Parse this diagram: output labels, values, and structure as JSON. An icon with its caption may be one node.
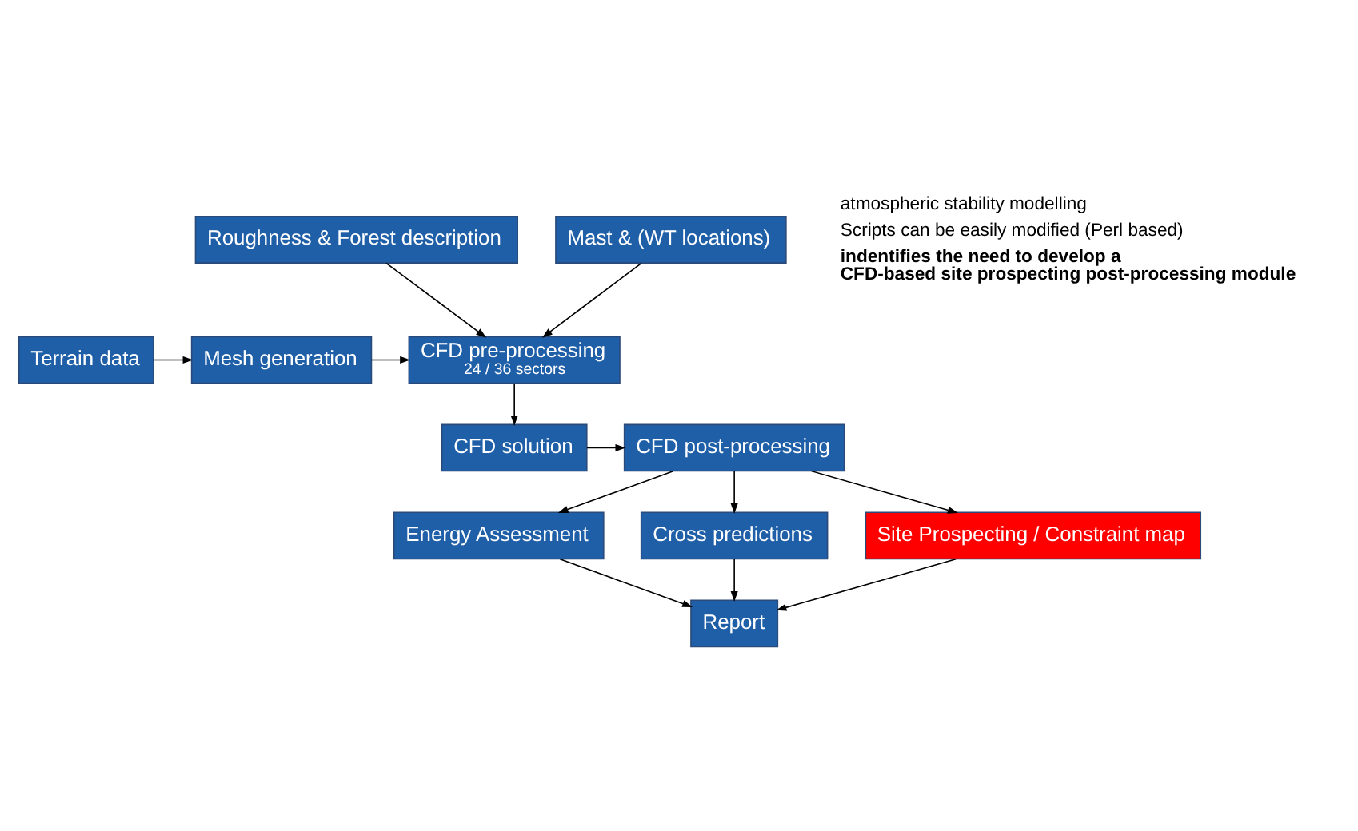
{
  "diagram": {
    "nodes": [
      {
        "text": [
          "Terrain data"
        ]
      },
      {
        "text": [
          "Mesh generation"
        ]
      },
      {
        "text": [
          "Roughness & Forest description"
        ]
      },
      {
        "text": [
          "Mast & (WT locations)"
        ]
      },
      {
        "text": [
          "CFD pre-processing",
          "24 / 36 sectors"
        ]
      },
      {
        "text": [
          "CFD solution"
        ]
      },
      {
        "text": [
          "CFD post-processing"
        ]
      },
      {
        "text": [
          "Energy Assessment"
        ]
      },
      {
        "text": [
          "Cross predictions"
        ]
      },
      {
        "text": [
          "Site Prospecting / Constraint map"
        ]
      },
      {
        "text": [
          "Report"
        ]
      }
    ],
    "edges": [
      {
        "from": 0,
        "to": 1,
        "arrow": "to"
      },
      {
        "from": 1,
        "to": 4,
        "arrow": "to"
      },
      {
        "from": 2,
        "to": 4,
        "arrow": "to"
      },
      {
        "from": 3,
        "to": 4,
        "arrow": "to"
      },
      {
        "from": 4,
        "to": 5,
        "arrow": "to"
      },
      {
        "from": 5,
        "to": 6,
        "arrow": "to"
      },
      {
        "from": 6,
        "to": 7,
        "arrow": "to"
      },
      {
        "from": 6,
        "to": 8,
        "arrow": "to"
      },
      {
        "from": 6,
        "to": 9,
        "arrow": "to"
      },
      {
        "from": 7,
        "to": 10,
        "arrow": "to"
      },
      {
        "from": 8,
        "to": 10,
        "arrow": "to"
      },
      {
        "from": 9,
        "to": 10,
        "arrow": "to"
      }
    ],
    "labels": [
      "atmospheric stability modelling",
      "Scripts can be easily modified (Perl based)",
      "indentifies the need to develop a CFD-based site prospecting post-processing module"
    ]
  }
}
